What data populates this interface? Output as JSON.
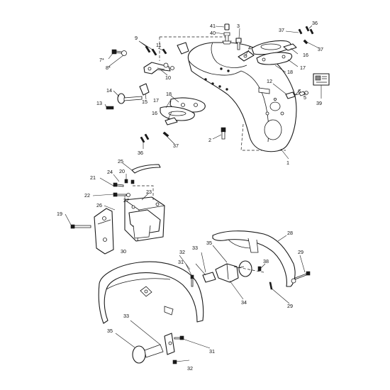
{
  "diagram": {
    "colors": {
      "line": "#1a1a1a",
      "background": "#ffffff",
      "shade": "#8a8a8a"
    },
    "callouts": [
      {
        "id": "c41",
        "text": "41"
      },
      {
        "id": "c40",
        "text": "40"
      },
      {
        "id": "c3",
        "text": "3"
      },
      {
        "id": "c37a",
        "text": "37"
      },
      {
        "id": "c36a",
        "text": "36"
      },
      {
        "id": "c37b",
        "text": "37"
      },
      {
        "id": "c9",
        "text": "9"
      },
      {
        "id": "c11",
        "text": "11"
      },
      {
        "id": "c7",
        "text": "7*"
      },
      {
        "id": "c8",
        "text": "8*"
      },
      {
        "id": "c4",
        "text": "4"
      },
      {
        "id": "c16a",
        "text": "16"
      },
      {
        "id": "c17a",
        "text": "17"
      },
      {
        "id": "c18a",
        "text": "18"
      },
      {
        "id": "c10",
        "text": "10"
      },
      {
        "id": "c12",
        "text": "12"
      },
      {
        "id": "c6",
        "text": "6"
      },
      {
        "id": "c5",
        "text": "5"
      },
      {
        "id": "c39",
        "text": "39"
      },
      {
        "id": "c14",
        "text": "14"
      },
      {
        "id": "c15",
        "text": "15"
      },
      {
        "id": "c13",
        "text": "13"
      },
      {
        "id": "c18b",
        "text": "18"
      },
      {
        "id": "c17b",
        "text": "17"
      },
      {
        "id": "c16b",
        "text": "16"
      },
      {
        "id": "c2",
        "text": "2"
      },
      {
        "id": "c36b",
        "text": "36"
      },
      {
        "id": "c37c",
        "text": "37"
      },
      {
        "id": "c1",
        "text": "1"
      },
      {
        "id": "c25",
        "text": "25"
      },
      {
        "id": "c24",
        "text": "24"
      },
      {
        "id": "c20",
        "text": "20"
      },
      {
        "id": "c21",
        "text": "21"
      },
      {
        "id": "c22",
        "text": "22"
      },
      {
        "id": "c23",
        "text": "23"
      },
      {
        "id": "c26",
        "text": "26"
      },
      {
        "id": "c19",
        "text": "19"
      },
      {
        "id": "c27",
        "text": "27"
      },
      {
        "id": "c28",
        "text": "28"
      },
      {
        "id": "c35a",
        "text": "35"
      },
      {
        "id": "c33a",
        "text": "33"
      },
      {
        "id": "c32a",
        "text": "32"
      },
      {
        "id": "c31a",
        "text": "31"
      },
      {
        "id": "c30",
        "text": "30"
      },
      {
        "id": "c38",
        "text": "38"
      },
      {
        "id": "c29a",
        "text": "29"
      },
      {
        "id": "c29b",
        "text": "29"
      },
      {
        "id": "c34",
        "text": "34"
      },
      {
        "id": "c33b",
        "text": "33"
      },
      {
        "id": "c35b",
        "text": "35"
      },
      {
        "id": "c31b",
        "text": "31"
      },
      {
        "id": "c32b",
        "text": "32"
      }
    ]
  }
}
